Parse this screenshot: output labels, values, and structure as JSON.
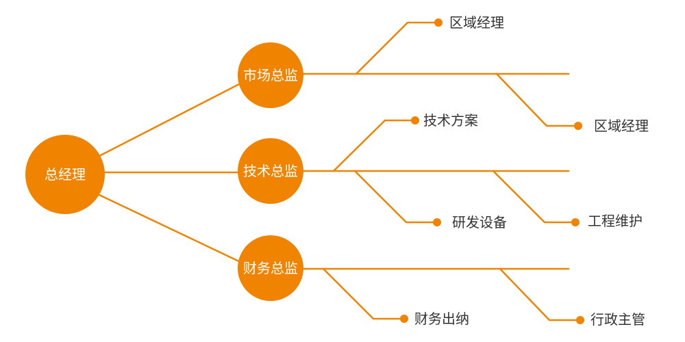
{
  "root": {
    "label": "总经理",
    "color": "#F08300"
  },
  "directors": [
    {
      "label": "市场总监"
    },
    {
      "label": "技术总监"
    },
    {
      "label": "财务总监"
    }
  ],
  "leaves": [
    {
      "label": "区域经理"
    },
    {
      "label": "区域经理"
    },
    {
      "label": "技术方案"
    },
    {
      "label": "研发设备"
    },
    {
      "label": "工程维护"
    },
    {
      "label": "财务出纳"
    },
    {
      "label": "行政主管"
    }
  ]
}
